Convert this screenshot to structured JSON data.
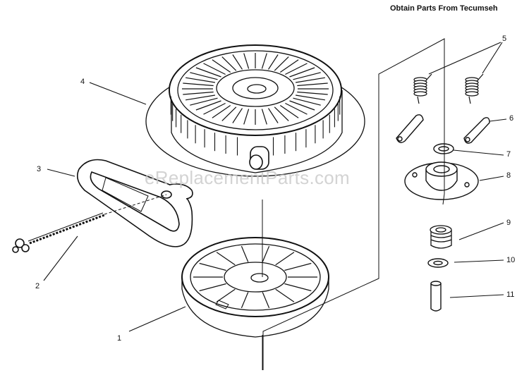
{
  "header": {
    "text": "Obtain Parts From Tecumseh"
  },
  "watermark": {
    "text": "eReplacementParts.com"
  },
  "callouts": [
    {
      "id": "1",
      "label": "1"
    },
    {
      "id": "2",
      "label": "2"
    },
    {
      "id": "3",
      "label": "3"
    },
    {
      "id": "4",
      "label": "4"
    },
    {
      "id": "5",
      "label": "5"
    },
    {
      "id": "6",
      "label": "6"
    },
    {
      "id": "7",
      "label": "7"
    },
    {
      "id": "8",
      "label": "8"
    },
    {
      "id": "9",
      "label": "9"
    },
    {
      "id": "10",
      "label": "10"
    },
    {
      "id": "11",
      "label": "11"
    }
  ]
}
